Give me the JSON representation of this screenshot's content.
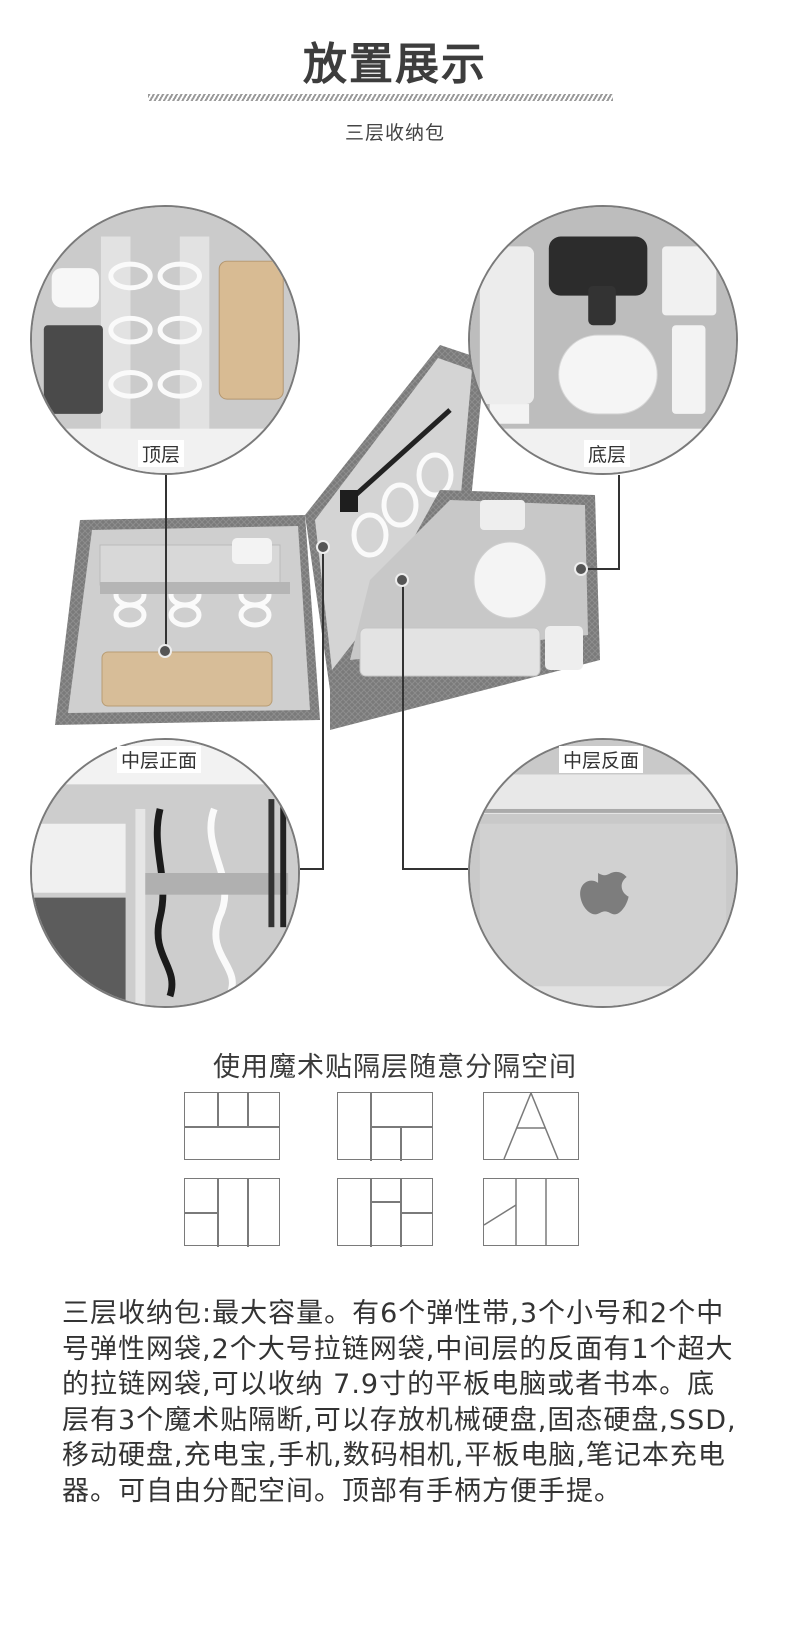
{
  "header": {
    "title": "放置展示",
    "subtitle": "三层收纳包"
  },
  "callouts": {
    "top_layer": "顶层",
    "bottom_layer": "底层",
    "middle_front": "中层正面",
    "middle_back": "中层反面"
  },
  "dividers": {
    "title": "使用魔术贴隔层随意分隔空间"
  },
  "description": {
    "text": "三层收纳包:最大容量。有6个弹性带,3个小号和2个中号弹性网袋,2个大号拉链网袋,中间层的反面有1个超大的拉链网袋,可以收纳 7.9寸的平板电脑或者书本。底层有3个魔术贴隔断,可以存放机械硬盘,固态硬盘,SSD,移动硬盘,充电宝,手机,数码相机,平板电脑,笔记本充电器。可自由分配空间。顶部有手柄方便手提。"
  },
  "colors": {
    "accent": "#3d3d3d",
    "fabric": "#7d7d7d",
    "lining": "#d6d6d6"
  }
}
